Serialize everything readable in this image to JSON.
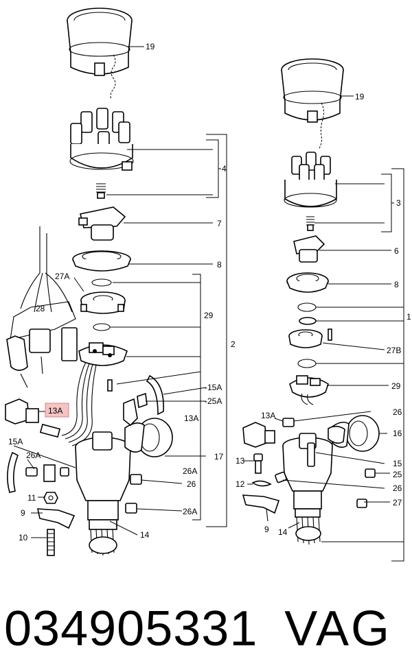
{
  "callouts": {
    "left": {
      "c19": "19",
      "c4": "4",
      "c7": "7",
      "c8": "8",
      "c27a": "27A",
      "c29": "29",
      "c28": "28",
      "c2": "2",
      "c13a_highlight": "13A",
      "c15a": "-15A",
      "c25a": "-25A",
      "c13a": "13A",
      "c17": "17",
      "c15a_side": "15A",
      "c26a_a": "26A",
      "c26a_b": "26A",
      "c26": "26",
      "c26a_c": "26A",
      "c11": "11",
      "c9": "9",
      "c10": "10",
      "c14": "14"
    },
    "right": {
      "c19": "19",
      "c3": "3",
      "c6": "6",
      "c8": "8",
      "c1": "1",
      "c27b": "27B",
      "c29": "29",
      "c13a": "13A",
      "c26_a": "26",
      "c16": "16",
      "c13": "13",
      "c15": "15",
      "c25": "25",
      "c12": "12",
      "c26_b": "26",
      "c27": "27",
      "c9": "9",
      "c14": "14"
    }
  },
  "highlight_color": "#f4c4c4",
  "footer": {
    "part_number": "034905331",
    "brand": "VAG"
  }
}
